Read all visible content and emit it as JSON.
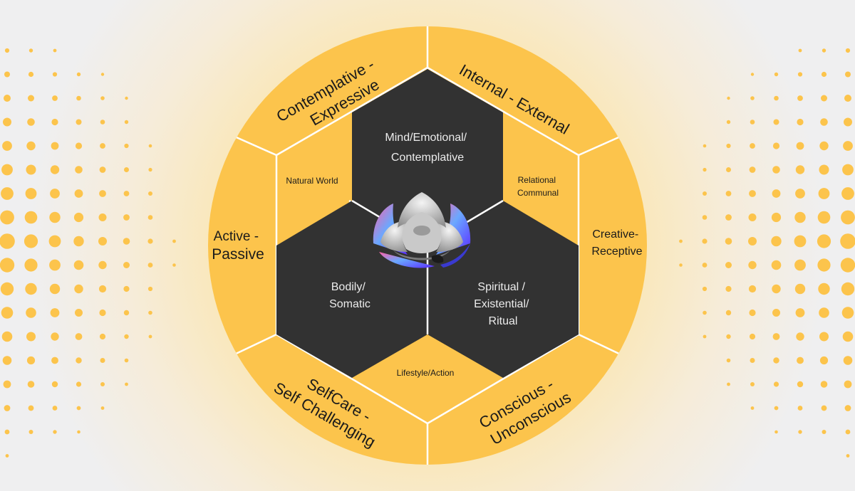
{
  "colors": {
    "ring": "#fcc44c",
    "hex_dark": "#323232",
    "divider": "#ffffff",
    "dots": "#fcc44c"
  },
  "outer_ring": {
    "contemplative_expressive": [
      "Contemplative -",
      "Expressive"
    ],
    "internal_external": "Internal - External",
    "active_passive": [
      "Active -",
      "Passive"
    ],
    "creative_receptive": [
      "Creative-",
      "Receptive"
    ],
    "selfcare_selfchallenging": [
      "SelfCare -",
      "Self Challenging"
    ],
    "conscious_unconscious": [
      "Conscious -",
      "Unconscious"
    ]
  },
  "inner": {
    "natural_world": "Natural World",
    "relational_communal": [
      "Relational",
      "Communal"
    ],
    "lifestyle_action": "Lifestyle/Action"
  },
  "hexagons": {
    "mind": [
      "Mind/Emotional/",
      "Contemplative"
    ],
    "bodily": [
      "Bodily/",
      "Somatic"
    ],
    "spiritual": [
      "Spiritual /",
      "Existential/",
      "Ritual"
    ]
  },
  "center_icon": "lotus-icon"
}
